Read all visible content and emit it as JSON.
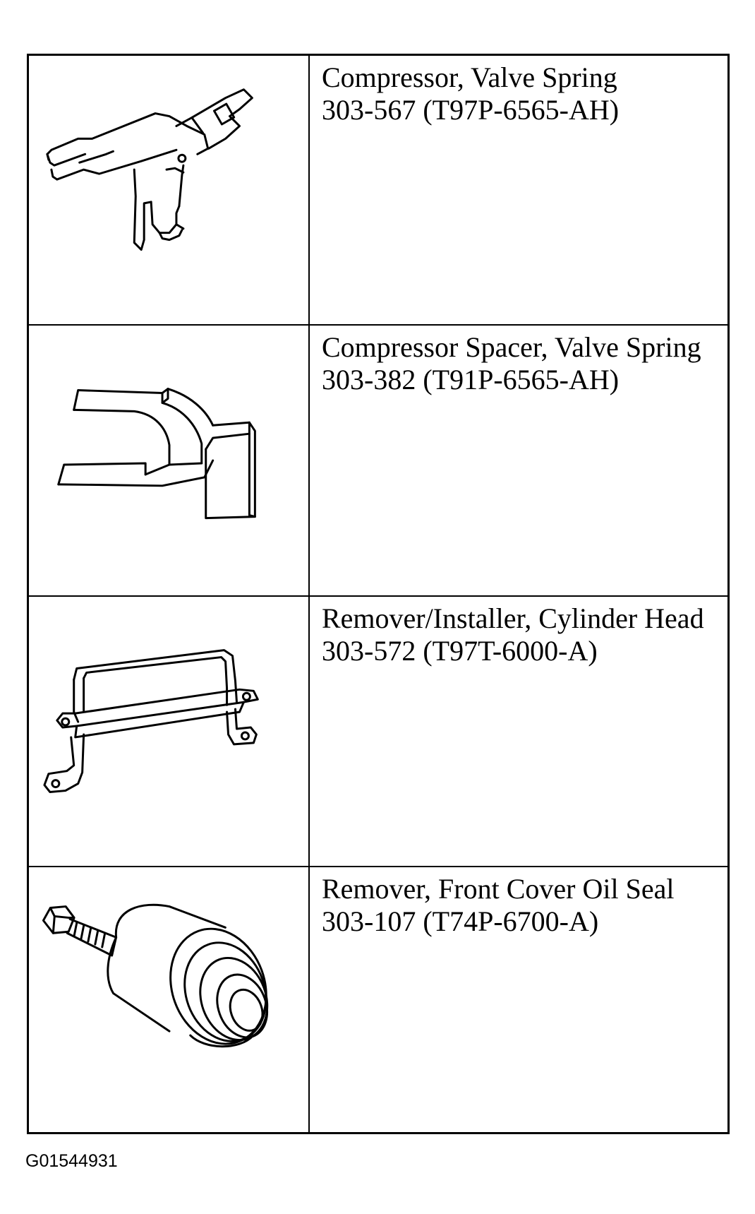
{
  "tools": [
    {
      "name": "Compressor, Valve Spring",
      "number": "303-567 (T97P-6565-AH)",
      "illustration": "valve-spring-compressor-icon"
    },
    {
      "name": "Compressor Spacer, Valve Spring",
      "number": "303-382 (T91P-6565-AH)",
      "illustration": "compressor-spacer-icon"
    },
    {
      "name": "Remover/Installer, Cylinder Head",
      "number": "303-572 (T97T-6000-A)",
      "illustration": "cylinder-head-bracket-icon"
    },
    {
      "name": "Remover, Front Cover Oil Seal",
      "number": "303-107 (T74P-6700-A)",
      "illustration": "oil-seal-remover-icon"
    }
  ],
  "figure_id": "G01544931"
}
